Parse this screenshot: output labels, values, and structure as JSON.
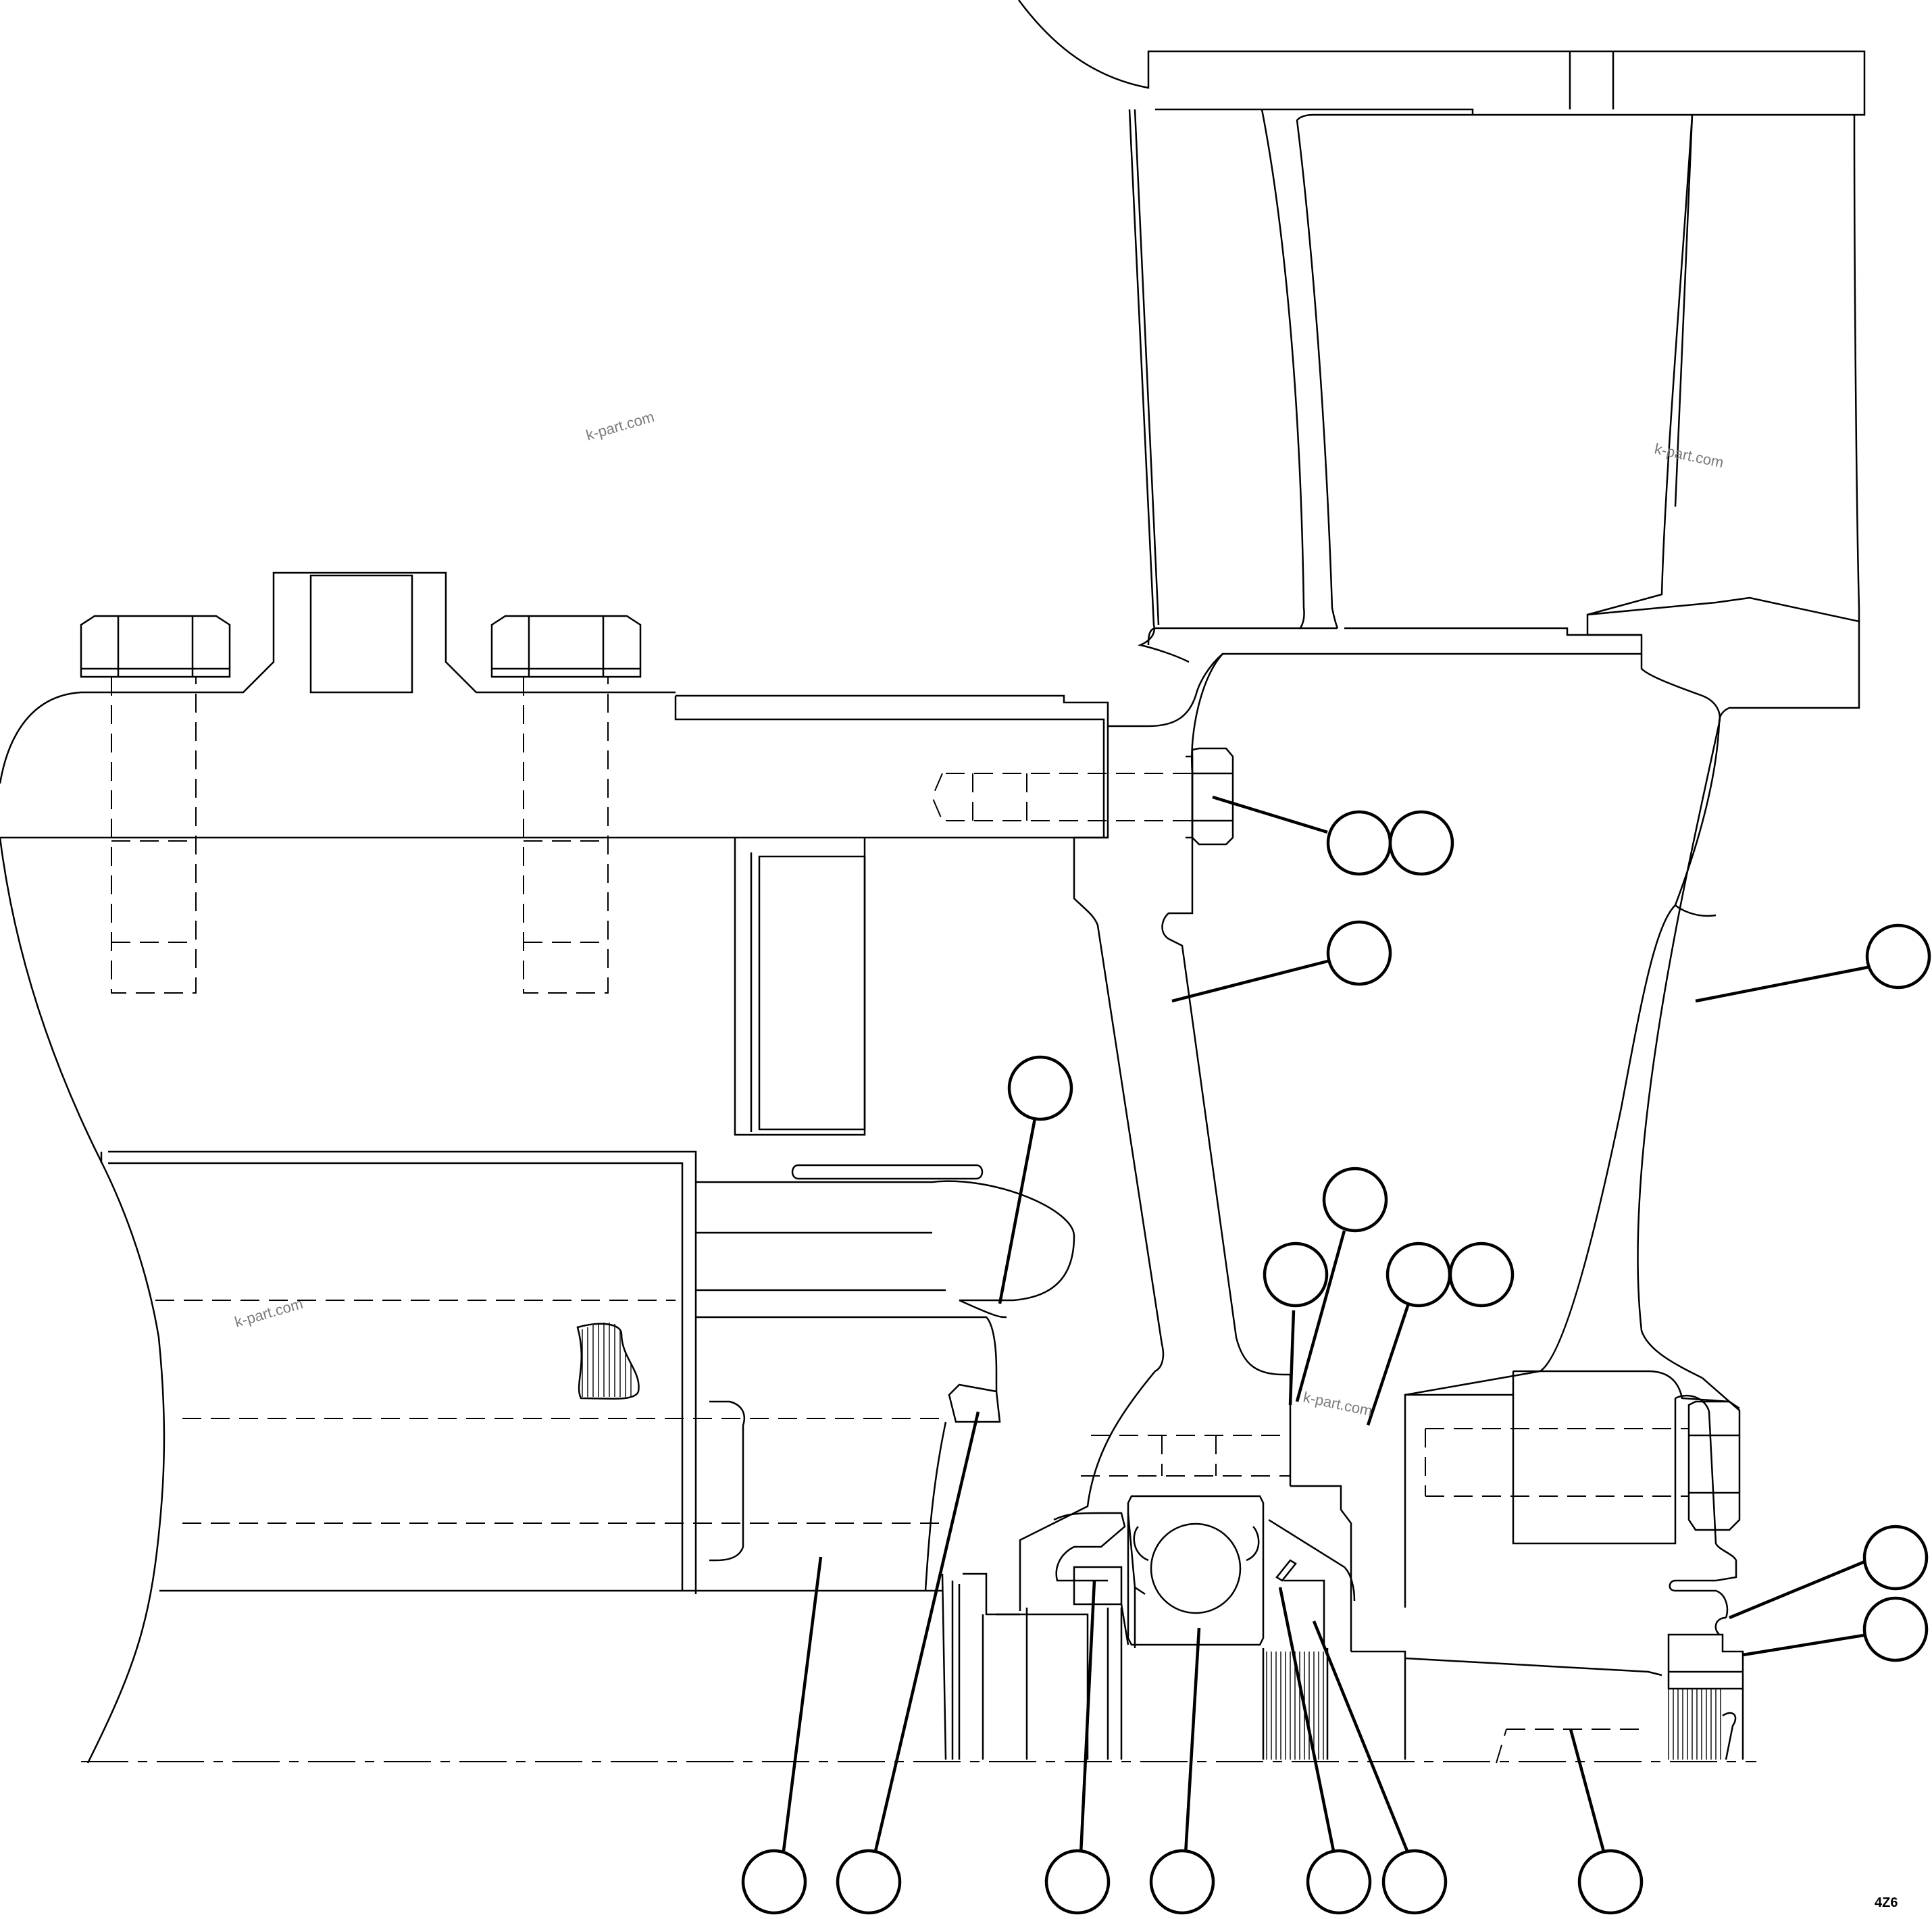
{
  "watermarks": [
    "k-part.com",
    "k-part.com",
    "k-part.com",
    "k-part.com"
  ],
  "drawing_code": "4Z6"
}
